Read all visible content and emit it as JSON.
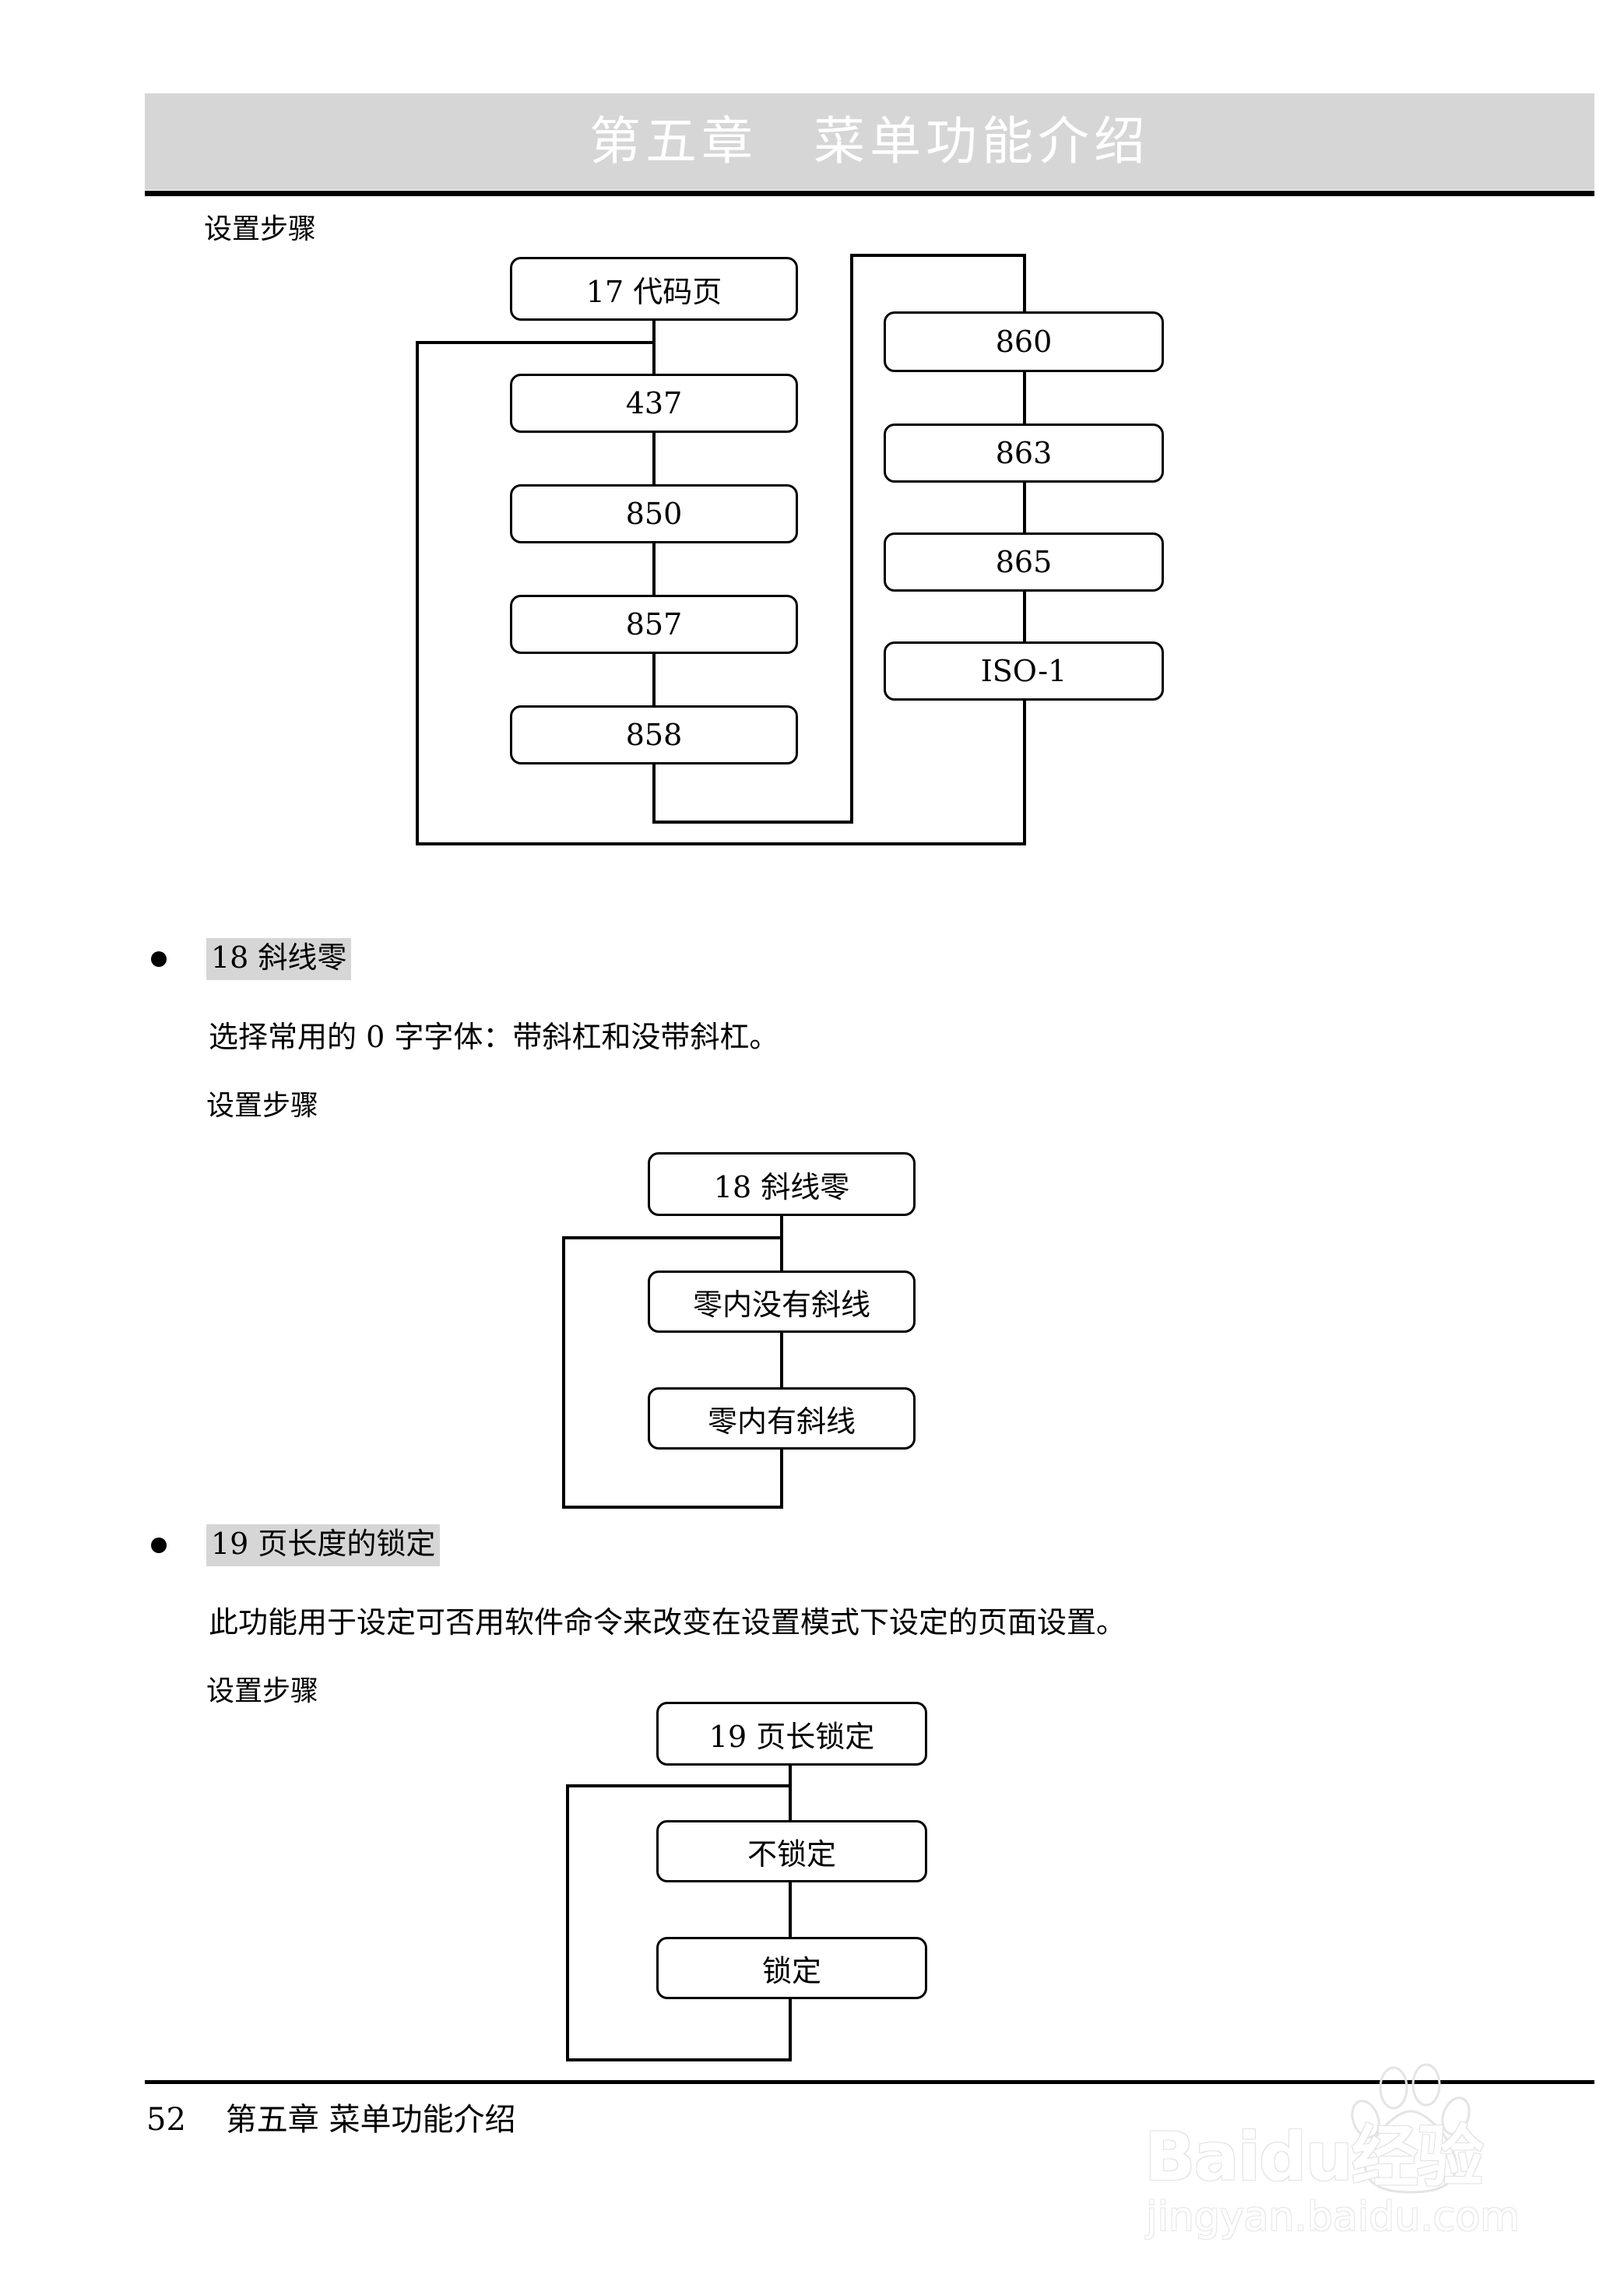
{
  "page": {
    "header_title": "第五章　菜单功能介绍",
    "footer_page_number": "52",
    "footer_title": "第五章 菜单功能介绍",
    "footer_line": "52    第五章 菜单功能介绍"
  },
  "colors": {
    "header_band": "#d6d6d6",
    "header_text": "#ffffff",
    "highlight": "#d6d6d6",
    "rule": "#000000",
    "page_background": "#ffffff"
  },
  "sections": [
    {
      "id": "codepage",
      "steps_label": "设置步骤",
      "flowchart": {
        "root": "17 代码页",
        "left_column": [
          "437",
          "850",
          "857",
          "858"
        ],
        "right_column": [
          "860",
          "863",
          "865",
          "ISO-1"
        ]
      }
    },
    {
      "id": "slashed-zero",
      "bullet": "●",
      "heading": "18 斜线零",
      "description": "选择常用的 0 字字体：带斜杠和没带斜杠。",
      "steps_label": "设置步骤",
      "flowchart": {
        "root": "18 斜线零",
        "options": [
          "零内没有斜线",
          "零内有斜线"
        ]
      }
    },
    {
      "id": "page-length-lock",
      "bullet": "●",
      "heading": "19 页长度的锁定",
      "description": "此功能用于设定可否用软件命令来改变在设置模式下设定的页面设置。",
      "steps_label": "设置步骤",
      "flowchart": {
        "root": "19 页长锁定",
        "options": [
          "不锁定",
          "锁定"
        ]
      }
    }
  ],
  "watermark": {
    "logo": "Baidu经验",
    "url": "jingyan.baidu.com"
  }
}
